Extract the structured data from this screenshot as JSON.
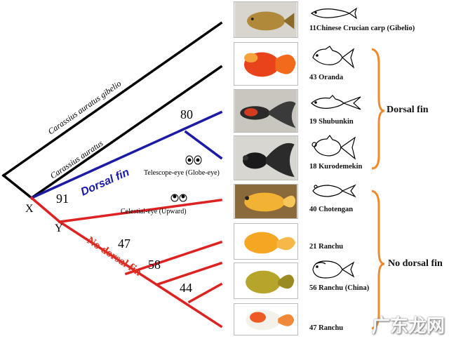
{
  "tree": {
    "branch_labels": {
      "gibelio": "Carassius auratus gibelio",
      "auratus": "Carassius auratus",
      "dorsal": "Dorsal fin",
      "no_dorsal": "No dorsal fin"
    },
    "node_labels": {
      "x": "X",
      "y": "Y"
    },
    "support_values": {
      "v80": "80",
      "v91": "91",
      "v47": "47",
      "v58": "58",
      "v44": "44"
    },
    "eye_labels": {
      "telescope": "Telescope-eye (Globe-eye)",
      "celestial": "Celestial-eye (Upward)"
    },
    "colors": {
      "black": "#000000",
      "dorsal": "#1a1aa6",
      "no_dorsal": "#dd2222",
      "bracket": "#f08a2a"
    }
  },
  "species": [
    {
      "label": "11Chinese Crucian carp (Gibelio)",
      "photo_icon": "crucian-carp-photo",
      "sketch_icon": "crucian-carp-outline-icon"
    },
    {
      "label": "43 Oranda",
      "photo_icon": "oranda-photo",
      "sketch_icon": "oranda-outline-icon"
    },
    {
      "label": "19 Shubunkin",
      "photo_icon": "shubunkin-photo",
      "sketch_icon": "shubunkin-outline-icon"
    },
    {
      "label": "18 Kurodemekin",
      "photo_icon": "kurodemekin-photo",
      "sketch_icon": "kurodemekin-outline-icon"
    },
    {
      "label": "40 Chotengan",
      "photo_icon": "chotengan-photo",
      "sketch_icon": "chotengan-outline-icon"
    },
    {
      "label": "21 Ranchu",
      "photo_icon": "ranchu-photo"
    },
    {
      "label": "56 Ranchu (China)",
      "photo_icon": "ranchu-china-photo",
      "sketch_icon": "ranchu-china-outline-icon"
    },
    {
      "label": "47 Ranchu",
      "photo_icon": "ranchu-47-photo"
    }
  ],
  "groups": {
    "dorsal": "Dorsal fin",
    "no_dorsal": "No dorsal fin"
  },
  "watermark": "广东龙网"
}
